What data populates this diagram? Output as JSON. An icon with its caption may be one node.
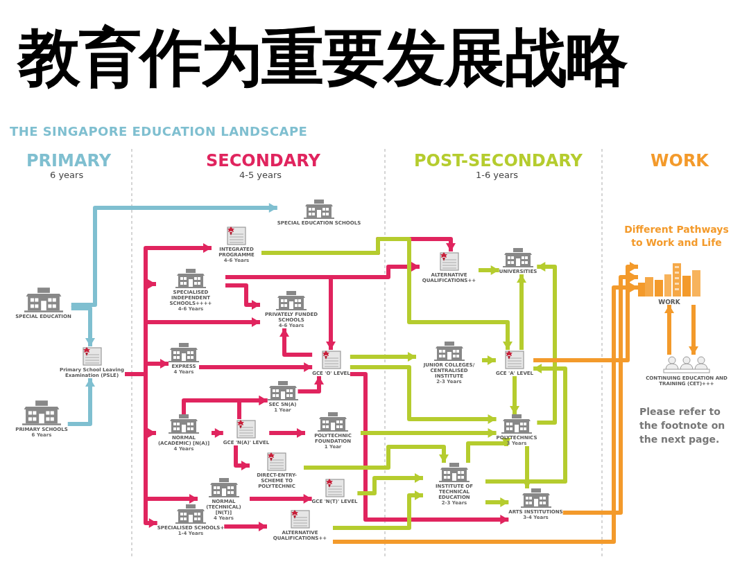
{
  "diagram": {
    "title": "教育作为重要发展战略",
    "nodes": [
      {
        "text": [
          "SPECIAL EDUCATION"
        ]
      },
      {
        "text": [
          "PRIMARY SCHOOLS",
          "6 Years"
        ]
      },
      {
        "text": [
          "Primary School Leaving Examination (PSLE)"
        ]
      },
      {
        "text": [
          "SPECIAL EDUCATION SCHOOLS"
        ]
      },
      {
        "text": [
          "INTEGRATED PROGRAMME",
          "4-6 Years"
        ]
      },
      {
        "text": [
          "SPECIALISED INDEPENDENT SCHOOLS++++",
          "4-6 Years"
        ]
      },
      {
        "text": [
          "PRIVATELY FUNDED SCHOOLS",
          "4-6 Years"
        ]
      },
      {
        "text": [
          "EXPRESS",
          "4 Years"
        ]
      },
      {
        "text": [
          "GCE 'O' LEVEL"
        ]
      },
      {
        "text": [
          "SEC 5N(A)",
          "1 Year"
        ]
      },
      {
        "text": [
          "NORMAL (ACADEMIC) [N(A)]",
          "4 Years"
        ]
      },
      {
        "text": [
          "GCE 'N(A)' LEVEL"
        ]
      },
      {
        "text": [
          "POLYTECHNIC FOUNDATION",
          "1 Year"
        ]
      },
      {
        "text": [
          "DIRECT-ENTRY-SCHEME TO POLYTECHNIC"
        ]
      },
      {
        "text": [
          "NORMAL (TECHNICAL) [N(T)]",
          "4 Years"
        ]
      },
      {
        "text": [
          "GCE 'N(T)' LEVEL"
        ]
      },
      {
        "text": [
          "SPECIALISED SCHOOLS+",
          "1-4 Years"
        ]
      },
      {
        "text": [
          "ALTERNATIVE QUALIFICATIONS++"
        ]
      },
      {
        "text": [
          "ALTERNATIVE QUALIFICATIONS++"
        ]
      },
      {
        "text": [
          "UNIVERSITIES"
        ]
      },
      {
        "text": [
          "JUNIOR COLLEGES/ CENTRALISED INSTITUTE",
          "2-3 Years"
        ]
      },
      {
        "text": [
          "GCE 'A' LEVEL"
        ]
      },
      {
        "text": [
          "POLYTECHNICS",
          "3 Years"
        ]
      },
      {
        "text": [
          "INSTITUTE OF TECHNICAL EDUCATION",
          "2-3 Years"
        ]
      },
      {
        "text": [
          "ARTS INSTITUTIONS",
          "3-4 Years"
        ]
      },
      {
        "text": [
          "WORK"
        ]
      },
      {
        "text": [
          "CONTINUING EDUCATION AND TRAINING (CET)+++"
        ]
      }
    ],
    "edges": [
      {
        "from": 0,
        "to": 2,
        "arrow": "to",
        "color": "#7fbfd0"
      },
      {
        "from": 1,
        "to": 2,
        "arrow": "to",
        "color": "#7fbfd0"
      },
      {
        "from": 0,
        "to": 3,
        "arrow": "to",
        "color": "#7fbfd0"
      },
      {
        "from": 2,
        "to": 4,
        "arrow": "to"
      },
      {
        "from": 2,
        "to": 5,
        "arrow": "to"
      },
      {
        "from": 2,
        "to": 6,
        "arrow": "to"
      },
      {
        "from": 2,
        "to": 7,
        "arrow": "to"
      },
      {
        "from": 2,
        "to": 10,
        "arrow": "to"
      },
      {
        "from": 2,
        "to": 14,
        "arrow": "to"
      },
      {
        "from": 2,
        "to": 16,
        "arrow": "to"
      },
      {
        "from": 5,
        "to": 6,
        "arrow": "to"
      },
      {
        "from": 5,
        "to": 18,
        "arrow": "to"
      },
      {
        "from": 5,
        "to": 8,
        "arrow": "to"
      },
      {
        "from": 4,
        "to": 18,
        "arrow": "to"
      },
      {
        "from": 4,
        "to": 21,
        "arrow": "to",
        "color": "#b5cc2e"
      },
      {
        "from": 7,
        "to": 8,
        "arrow": "to"
      },
      {
        "from": 8,
        "to": 6,
        "arrow": "to"
      },
      {
        "from": 9,
        "to": 8,
        "arrow": "to"
      },
      {
        "from": 10,
        "to": 11,
        "arrow": "to"
      },
      {
        "from": 10,
        "to": 9,
        "arrow": "to"
      },
      {
        "from": 11,
        "to": 9,
        "arrow": "to"
      },
      {
        "from": 11,
        "to": 12,
        "arrow": "to"
      },
      {
        "from": 11,
        "to": 13,
        "arrow": "to"
      },
      {
        "from": 14,
        "to": 15,
        "arrow": "to"
      },
      {
        "from": 16,
        "to": 17,
        "arrow": "to"
      },
      {
        "from": 8,
        "to": 20,
        "arrow": "to",
        "color": "#b5cc2e"
      },
      {
        "from": 8,
        "to": 22,
        "arrow": "to",
        "color": "#b5cc2e"
      },
      {
        "from": 8,
        "to": 24,
        "arrow": "to"
      },
      {
        "from": 12,
        "to": 22,
        "arrow": "to",
        "color": "#b5cc2e"
      },
      {
        "from": 13,
        "to": 23,
        "arrow": "to",
        "color": "#b5cc2e"
      },
      {
        "from": 15,
        "to": 23,
        "arrow": "to",
        "color": "#b5cc2e"
      },
      {
        "from": 17,
        "to": 23,
        "arrow": "to",
        "color": "#b5cc2e"
      },
      {
        "from": 17,
        "to": 25,
        "arrow": "to",
        "color": "#f39a2b"
      },
      {
        "from": 18,
        "to": 19,
        "arrow": "to",
        "color": "#b5cc2e"
      },
      {
        "from": 20,
        "to": 21,
        "arrow": "to",
        "color": "#b5cc2e"
      },
      {
        "from": 21,
        "to": 19,
        "arrow": "to",
        "color": "#b5cc2e"
      },
      {
        "from": 21,
        "to": 22,
        "arrow": "to",
        "color": "#b5cc2e"
      },
      {
        "from": 22,
        "to": 19,
        "arrow": "to",
        "color": "#b5cc2e"
      },
      {
        "from": 22,
        "to": 24,
        "arrow": "to",
        "color": "#b5cc2e"
      },
      {
        "from": 23,
        "to": 22,
        "arrow": "to",
        "color": "#b5cc2e"
      },
      {
        "from": 23,
        "to": 24,
        "arrow": "to",
        "color": "#b5cc2e"
      },
      {
        "from": 23,
        "to": 21,
        "arrow": "to",
        "color": "#b5cc2e"
      },
      {
        "from": 21,
        "to": 25,
        "arrow": "to",
        "color": "#f39a2b"
      },
      {
        "from": 24,
        "to": 25,
        "arrow": "to",
        "color": "#f39a2b"
      },
      {
        "from": 25,
        "to": 26,
        "arrow": "to",
        "color": "#f39a2b"
      },
      {
        "from": 26,
        "to": 25,
        "arrow": "to",
        "color": "#f39a2b"
      }
    ],
    "labels": [
      "THE SINGAPORE EDUCATION LANDSCAPE",
      "PRIMARY",
      "6 years",
      "SECONDARY",
      "4-5 years",
      "POST-SECONDARY",
      "1-6 years",
      "WORK",
      "Different Pathways to Work and Life",
      "Please refer to the footnote on the next page."
    ]
  }
}
